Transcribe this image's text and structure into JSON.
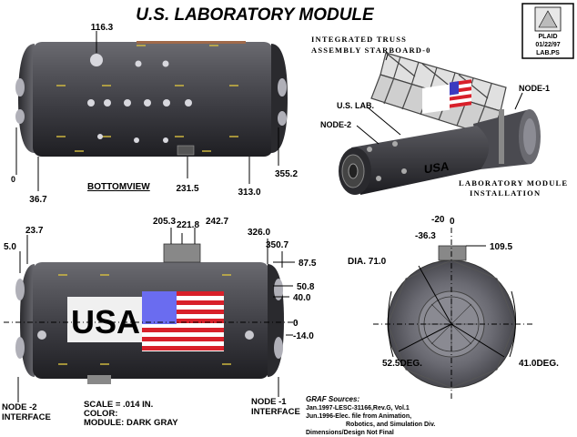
{
  "title": "U.S. LABORATORY MODULE",
  "plaid_box": {
    "logo_text": "PLAID",
    "date": "01/22/97",
    "file": "LAB.PS"
  },
  "bottom_view": {
    "caption": "BOTTOMVIEW",
    "dims": {
      "top": "116.3",
      "left_zero": "0",
      "left_b": "36.7",
      "mid": "231.5",
      "right_a": "313.0",
      "right_b": "355.2"
    }
  },
  "installation": {
    "truss": "INTEGRATED TRUSS",
    "truss2": "ASSEMBLY STARBOARD-0",
    "us_lab": "U.S. LAB.",
    "node2": "NODE-2",
    "node1": "NODE-1",
    "caption1": "LABORATORY MODULE",
    "caption2": "INSTALLATION",
    "flag_text": "USA"
  },
  "side_view": {
    "flag_text": "USA",
    "dims": {
      "d23_7": "23.7",
      "d5_0": "5.0",
      "d205_3": "205.3",
      "d221_8": "221.8",
      "d242_7": "242.7",
      "d326_0": "326.0",
      "d350_7": "350.7",
      "d87_5": "87.5",
      "d50_8": "50.8",
      "d40_0": "40.0",
      "d0": "0",
      "dm14_0": "-14.0"
    },
    "node2_line1": "NODE -2",
    "node2_line2": "INTERFACE",
    "node1_line1": "NODE -1",
    "node1_line2": "INTERFACE"
  },
  "end_view": {
    "dm20": "-20",
    "d0": "0",
    "dm36_3": "-36.3",
    "d109_5": "109.5",
    "dia": "DIA. 71.0",
    "ang_left": "52.5DEG.",
    "ang_right": "41.0DEG."
  },
  "notes": {
    "scale": "SCALE = .014 IN.",
    "color_label": "COLOR:",
    "module_color": "MODULE:  DARK GRAY",
    "graf_title": "GRAF Sources:",
    "graf1": "Jan.1997-LESC-31166,Rev.G, Vol.1",
    "graf2": "Jun.1996-Elec. file from Animation,",
    "graf3": "Robotics, and Simulation Div.",
    "graf4": "Dimensions/Design Not Final"
  },
  "colors": {
    "module": "#3a3a3e",
    "flag_red": "#d8202a",
    "flag_blue": "#6a6cf0"
  }
}
